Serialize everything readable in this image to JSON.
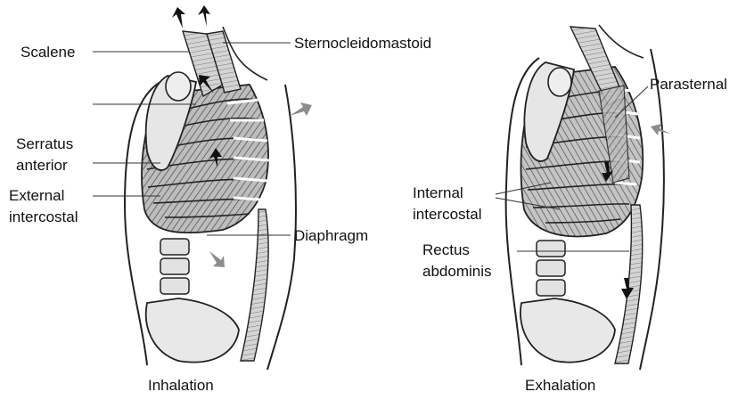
{
  "inhalation": {
    "caption": "Inhalation",
    "labels": {
      "scalene": "Scalene",
      "sternocleidomastoid": "Sternocleidomastoid",
      "serratus_anterior_1": "Serratus",
      "serratus_anterior_2": "anterior",
      "external_intercostal_1": "External",
      "external_intercostal_2": "intercostal",
      "diaphragm": "Diaphragm"
    }
  },
  "exhalation": {
    "caption": "Exhalation",
    "labels": {
      "parasternal": "Parasternal",
      "internal_intercostal_1": "Internal",
      "internal_intercostal_2": "intercostal",
      "rectus_abdominis_1": "Rectus",
      "rectus_abdominis_2": "abdominis"
    }
  },
  "colors": {
    "outline": "#222222",
    "muscle": "#8a8a8a",
    "bone": "#d9d9d9",
    "arrow_dark": "#111111",
    "arrow_grey": "#8c8c8c"
  }
}
